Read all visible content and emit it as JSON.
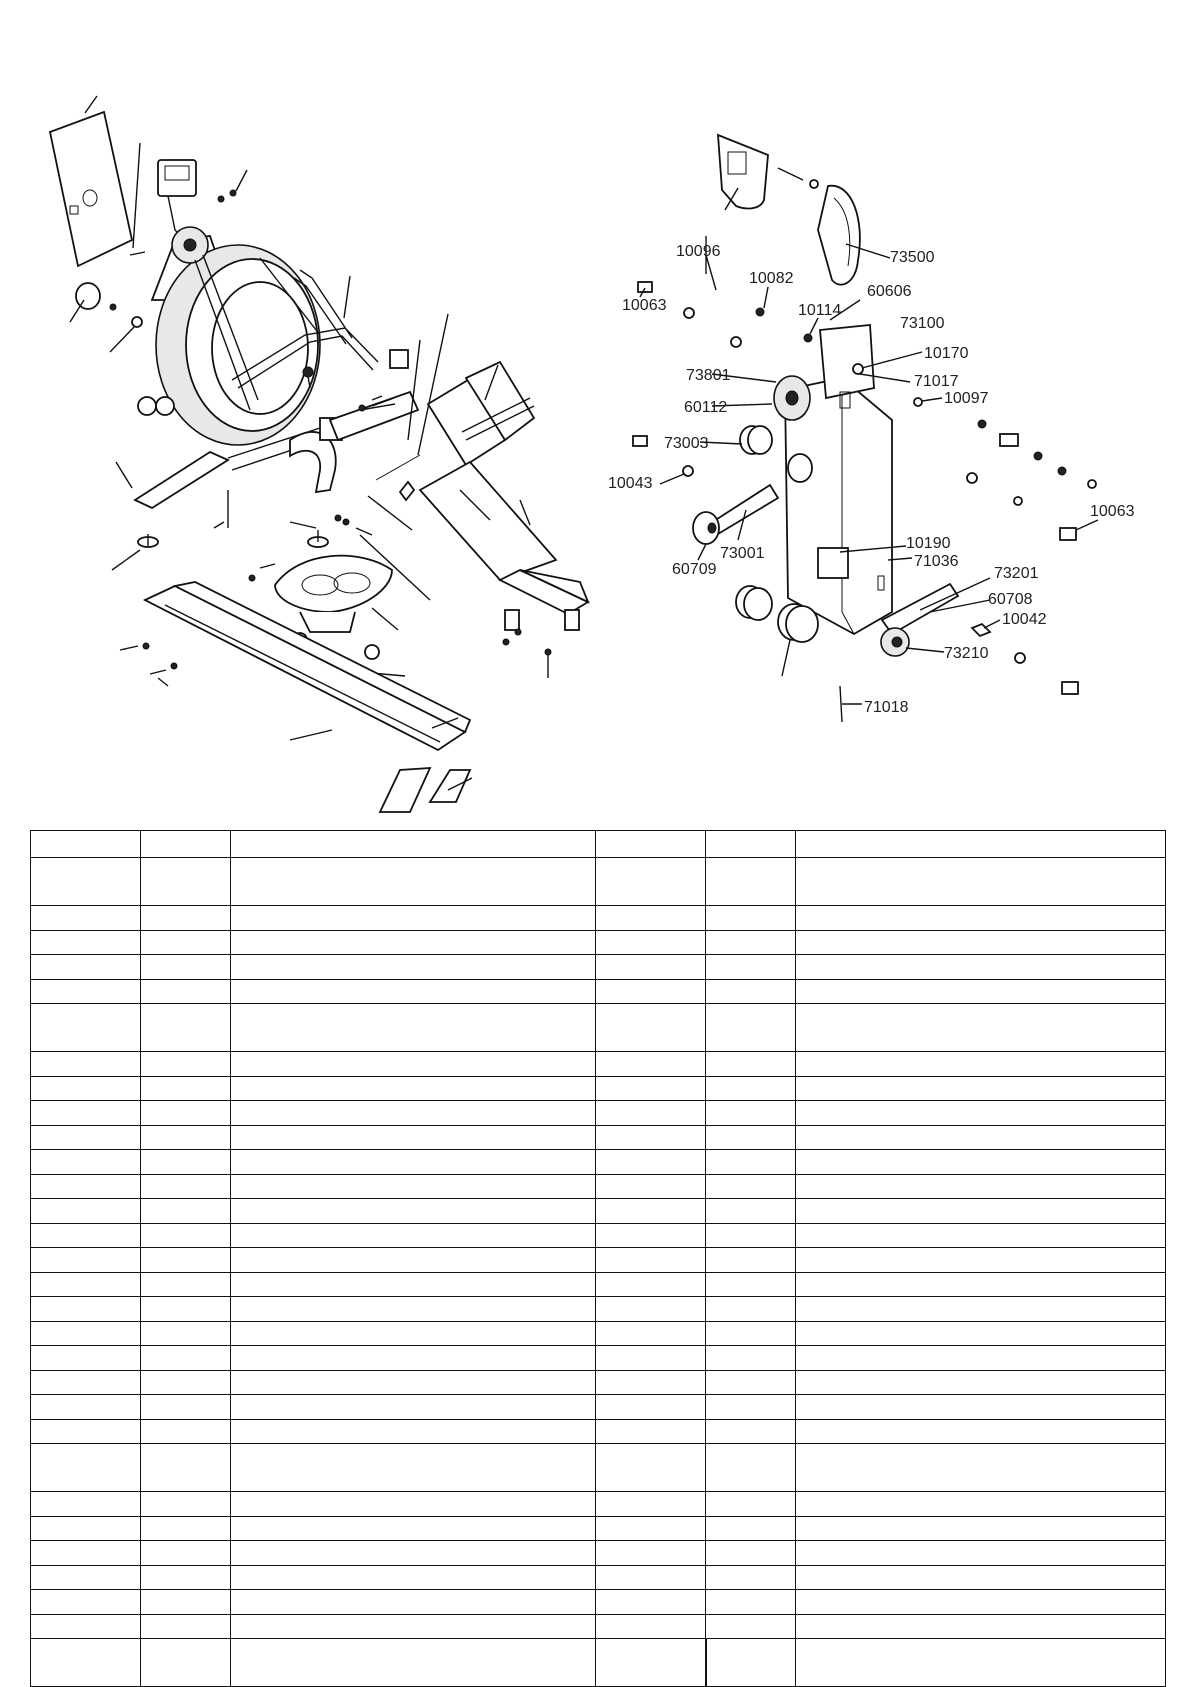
{
  "callouts": {
    "c10096": "10096",
    "c10063a": "10063",
    "c10082": "10082",
    "c73500": "73500",
    "c60606": "60606",
    "c10114": "10114",
    "c73100": "73100",
    "c10170": "10170",
    "c73801": "73801",
    "c71017": "71017",
    "c60112": "60112",
    "c10097": "10097",
    "c73003": "73003",
    "c10043": "10043",
    "c10063b": "10063",
    "c10190": "10190",
    "c73001": "73001",
    "c71036": "71036",
    "c60709": "60709",
    "c73201": "73201",
    "c60708": "60708",
    "c10042": "10042",
    "c73210": "73210",
    "c71018": "71018"
  },
  "table": {
    "row_count": 31,
    "tall_rows": [
      1,
      6,
      23,
      30
    ]
  }
}
